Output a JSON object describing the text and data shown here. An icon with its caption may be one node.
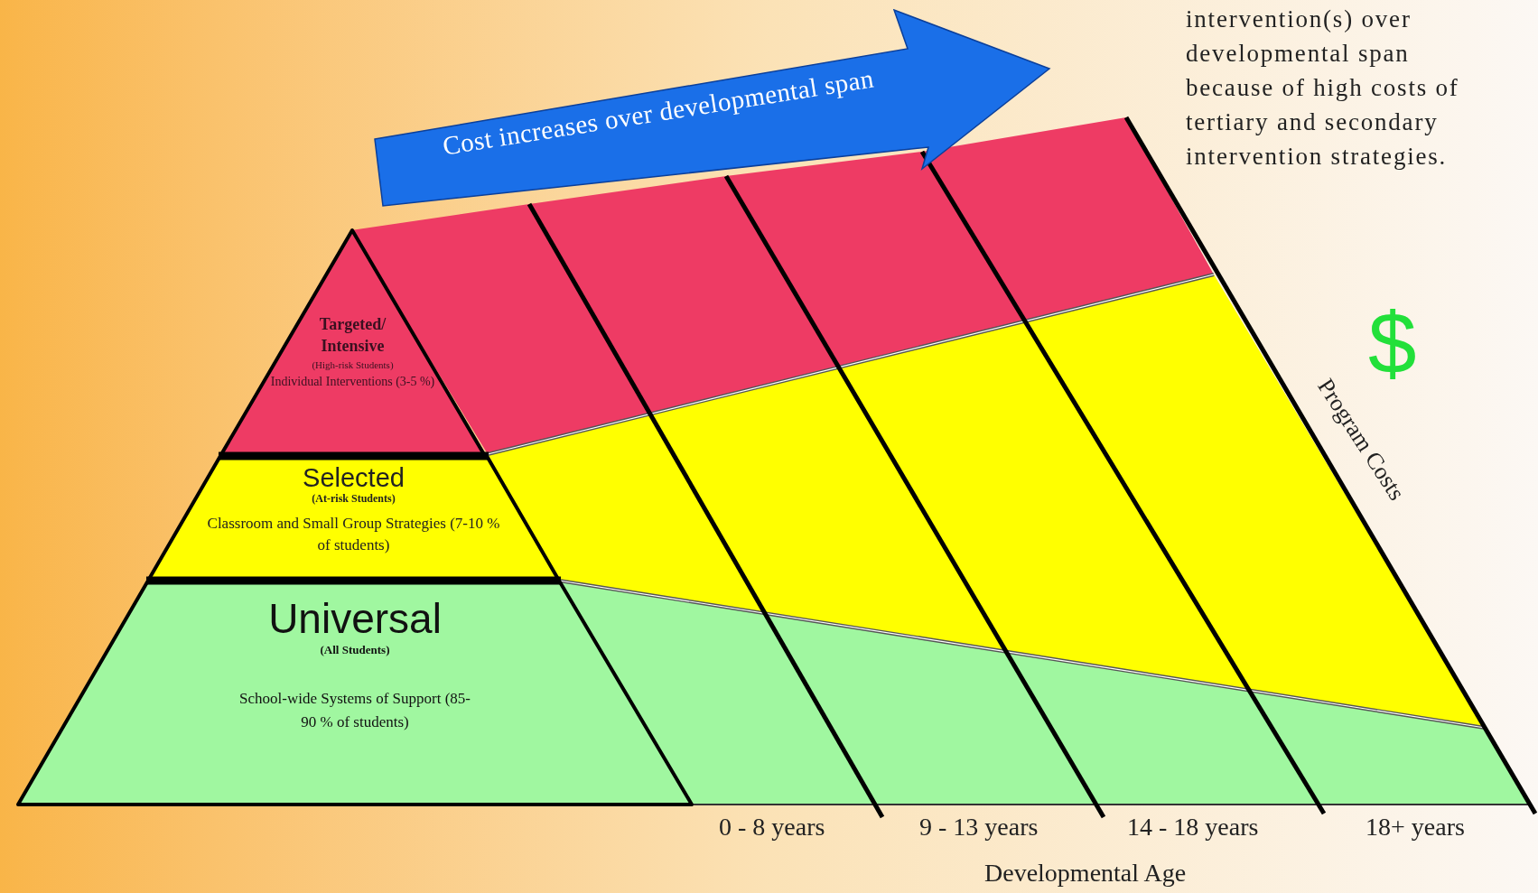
{
  "diagram": {
    "nodes": [
      {
        "text": [
          "Cost increases over developmental span"
        ]
      },
      {
        "text": [
          "Targeted/ Intensive",
          "(High-risk Students)",
          "Individual Interventions (3-5 %)"
        ]
      },
      {
        "text": [
          "Selected",
          "(At-risk Students)",
          "Classroom and Small Group Strategies (7-10 % of students)"
        ]
      },
      {
        "text": [
          "Universal",
          "(All Students)",
          "School-wide Systems of Support (85-90 % of students)"
        ]
      }
    ],
    "labels": [
      "intervention(s) over developmental span because of high costs of tertiary and secondary intervention strategies.",
      "$",
      "Program Costs",
      "0 - 8 years",
      "9 - 13 years",
      "14 - 18 years",
      "18+ years",
      "Developmental Age"
    ]
  }
}
